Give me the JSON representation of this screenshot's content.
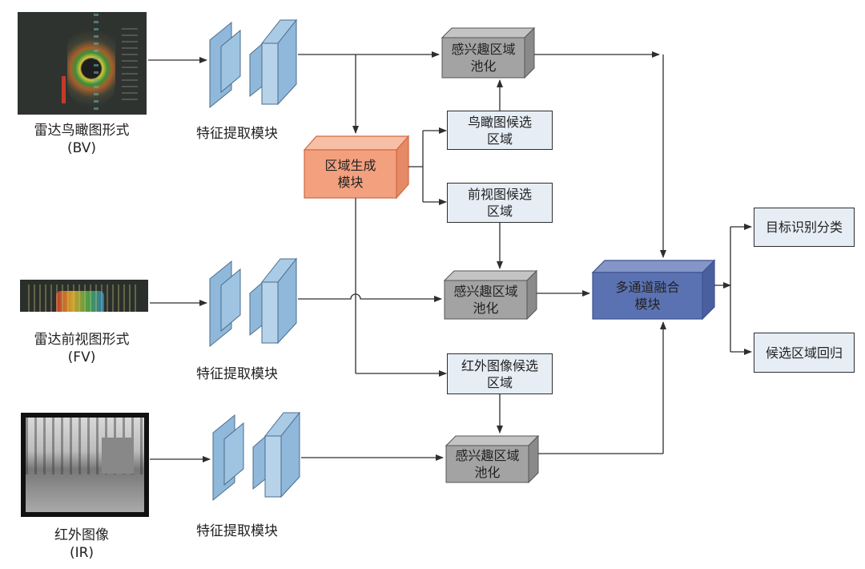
{
  "inputs": [
    {
      "id": "bv",
      "caption": "雷达鸟瞰图形式",
      "code": "(BV)"
    },
    {
      "id": "fv",
      "caption": "雷达前视图形式",
      "code": "(FV)"
    },
    {
      "id": "ir",
      "caption": "红外图像",
      "code": "(IR)"
    }
  ],
  "feature_label": "特征提取模块",
  "region_gen": "区域生成\n模块",
  "roi_pool": "感兴趣区域\n池化",
  "proposals": {
    "bv": "鸟瞰图候选\n区域",
    "fv": "前视图候选\n区域",
    "ir": "红外图像候选\n区域"
  },
  "fusion": "多通道融合\n模块",
  "outputs": {
    "classify": "目标识别分类",
    "regress": "候选区域回归"
  },
  "colors": {
    "cnn_front": "#b6d3ea",
    "cnn_side": "#8fb8da",
    "region_gen": "#f3a07f",
    "roi": "#a3a3a3",
    "fusion": "#5b72b2",
    "proposal_fill": "#e6edf5"
  }
}
